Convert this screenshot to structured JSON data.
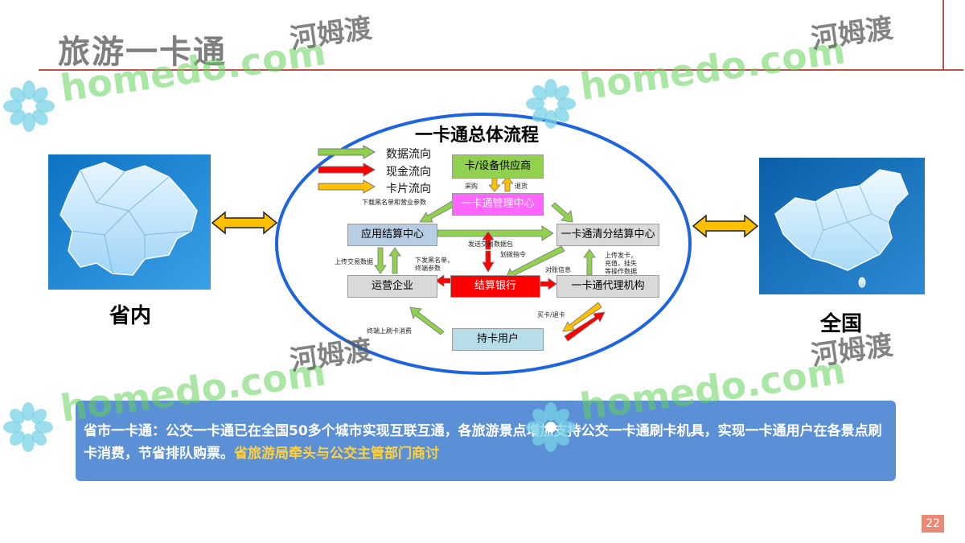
{
  "title": "旅游一卡通",
  "watermark": {
    "latin": "homedo.com",
    "cn": "河姆渡"
  },
  "left_map": {
    "caption": "省内"
  },
  "right_map": {
    "caption": "全国"
  },
  "diagram": {
    "title": "一卡通总体流程",
    "legend": [
      {
        "label": "数据流向",
        "color": "#92d050"
      },
      {
        "label": "现金流向",
        "color": "#ff0000"
      },
      {
        "label": "卡片流向",
        "color": "#ffc000"
      }
    ],
    "nodes": {
      "supplier": "卡/设备供应商",
      "mgmt": "一卡通管理中心",
      "app_settle": "应用结算中心",
      "clearing": "一卡通清分结算中心",
      "operator": "运营企业",
      "bank": "结算银行",
      "agent": "一卡通代理机构",
      "user": "持卡用户"
    },
    "labels": {
      "purchase": "采购",
      "return": "退货",
      "download": "下载黑名单和营业参数",
      "send_pkg": "发送交易数据包",
      "transfer": "划拨指令",
      "upload_trade": "上传交易数据",
      "issue_blacklist_1": "下发黑名单，",
      "issue_blacklist_2": "终端参数",
      "reconcile": "对账信息",
      "upload_card_1": "上传发卡，",
      "upload_card_2": "充值，挂失",
      "upload_card_3": "等操作数据",
      "buy_return": "买卡/退卡",
      "terminal_spend": "终端上刷卡消费"
    }
  },
  "info": {
    "main": "省市一卡通：公交一卡通已在全国50多个城市实现互联互通，各旅游景点增加支持公交一卡通刷卡机具，实现一卡通用户在各景点刷卡消费，节省排队购票。",
    "highlight": "省旅游局牵头与公交主管部门商讨"
  },
  "page_number": "22",
  "colors": {
    "accent_red": "#c0504d",
    "info_bg": "#5b8fd6",
    "ellipse": "#1e64dc",
    "highlight": "#ffd23f"
  }
}
